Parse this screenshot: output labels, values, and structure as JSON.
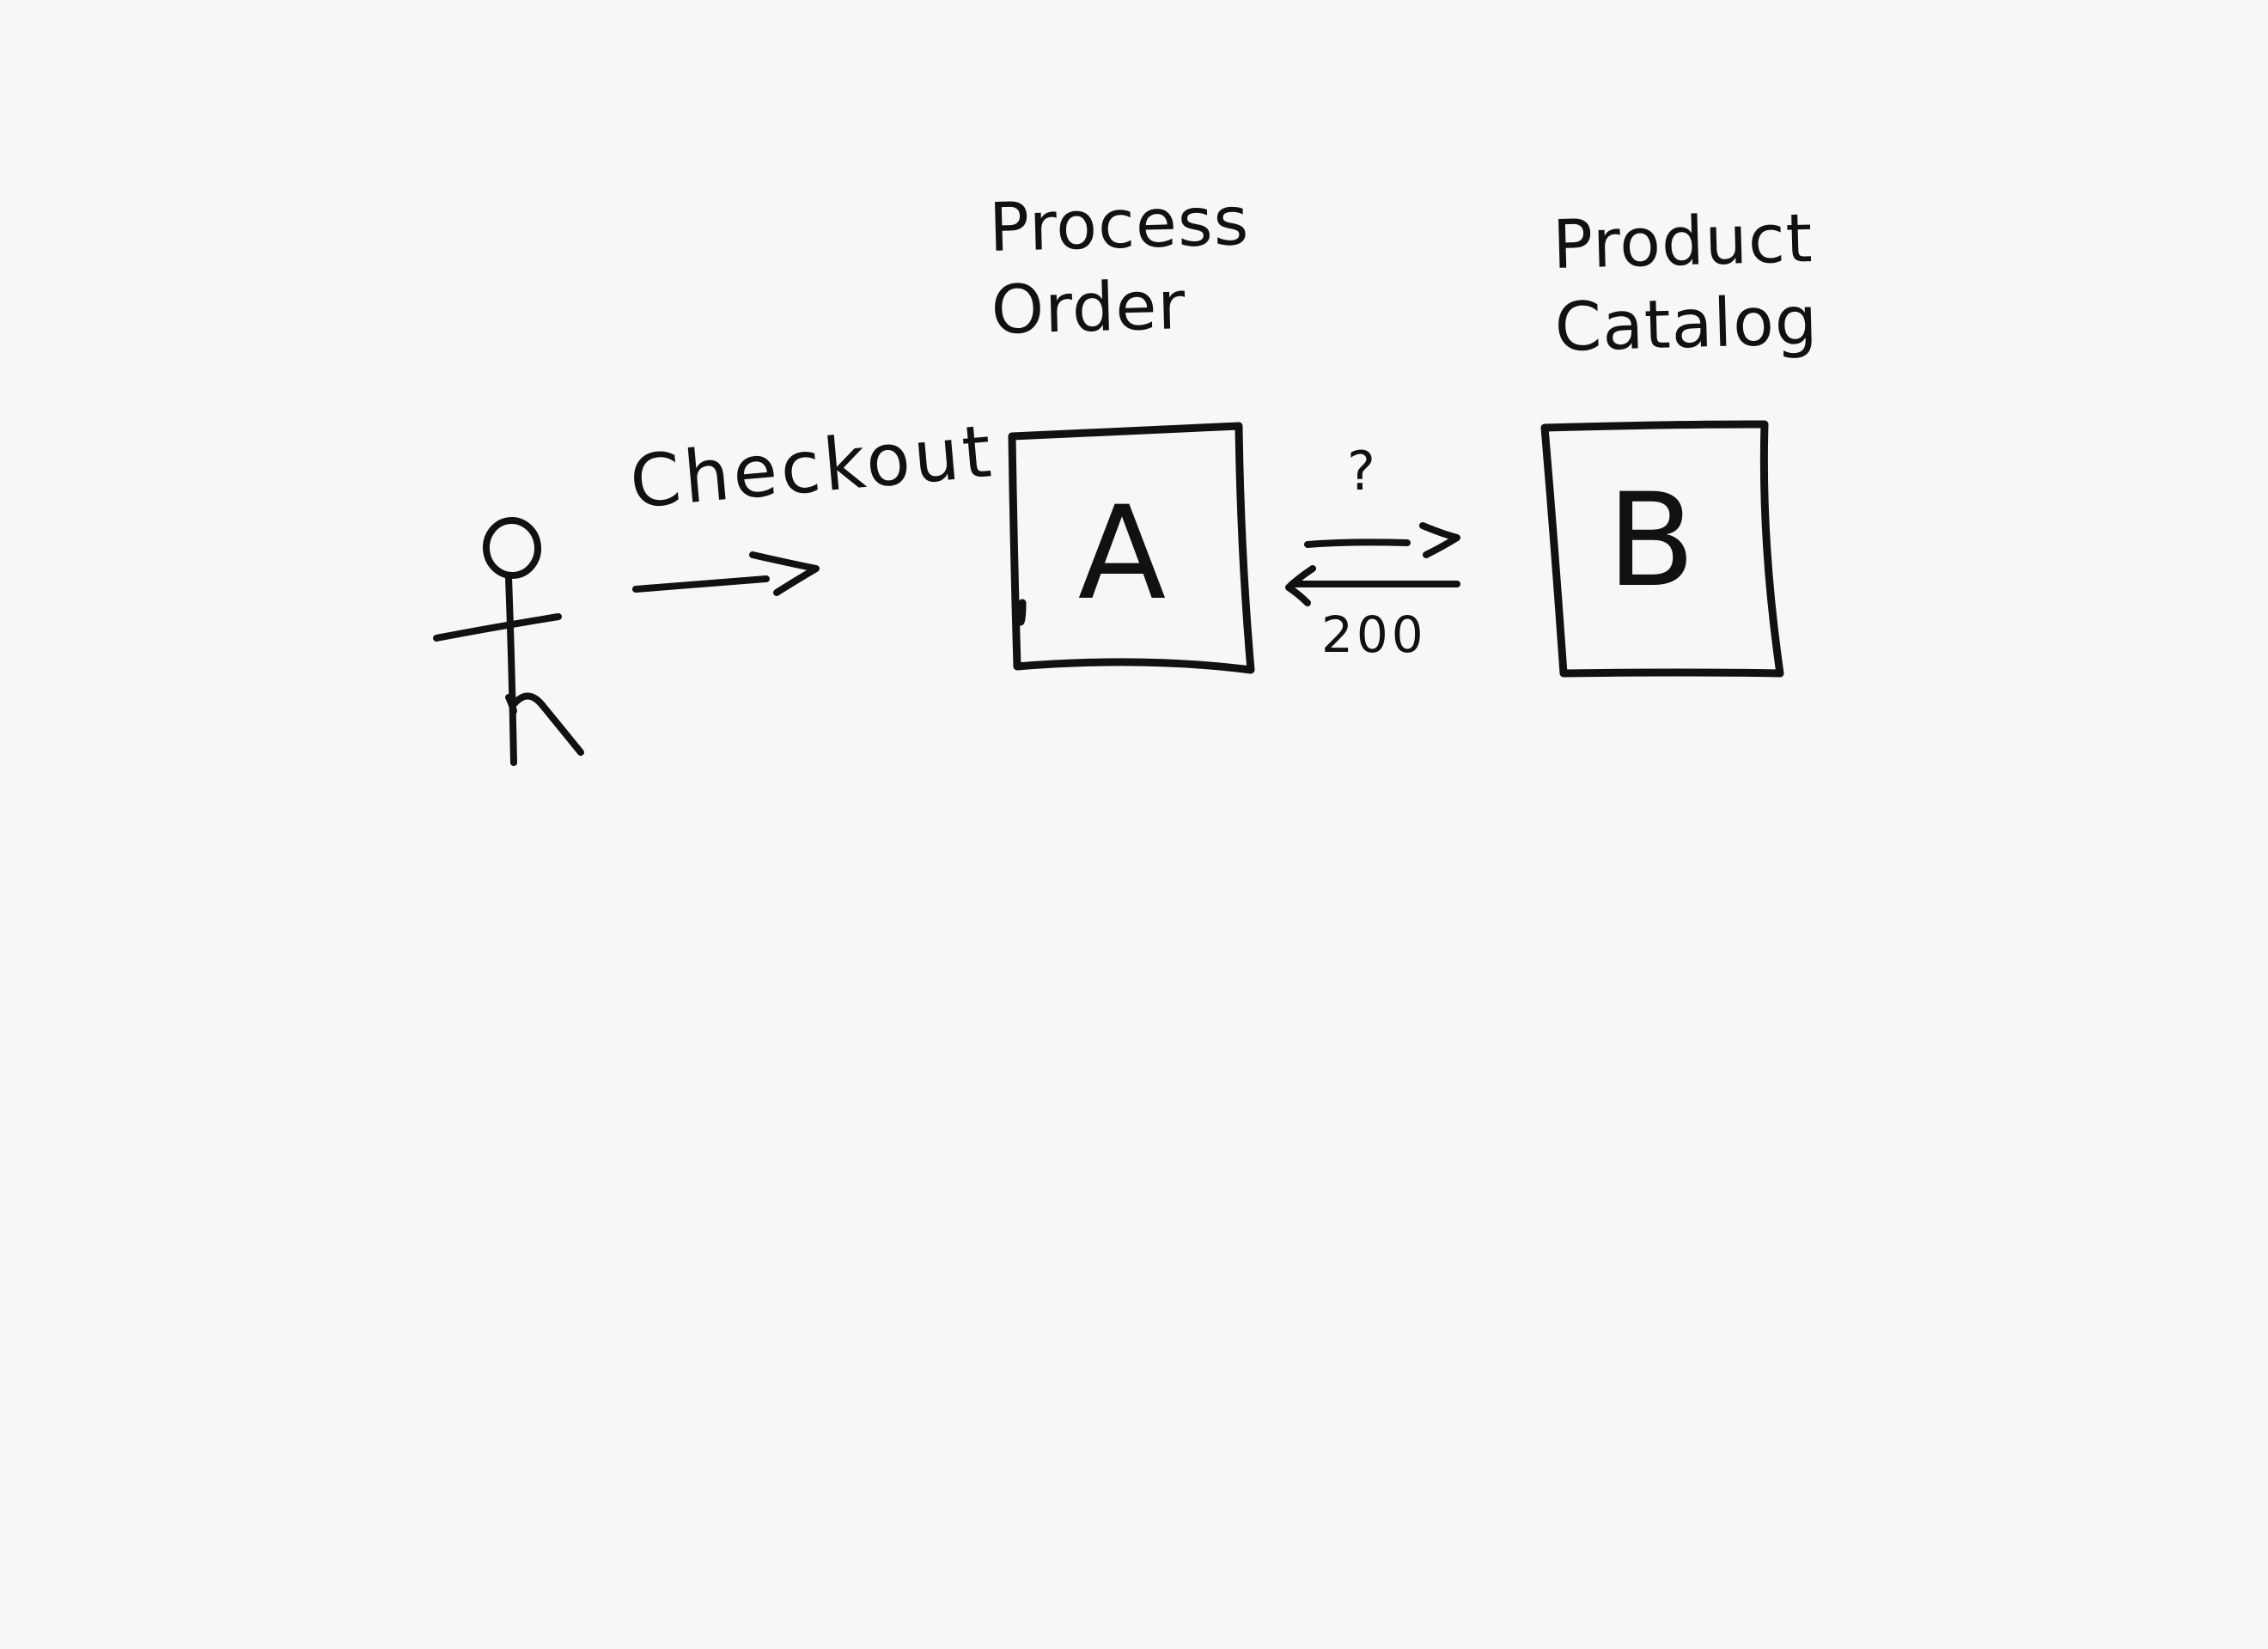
{
  "diagram": {
    "nodes": [
      {
        "id": "A",
        "letter": "A",
        "title_line1": "Process",
        "title_line2": "Order"
      },
      {
        "id": "B",
        "letter": "B",
        "title_line1": "Product",
        "title_line2": "Catalog"
      }
    ],
    "actor": {
      "icon": "stick-figure-icon"
    },
    "edges": [
      {
        "from": "actor",
        "to": "A",
        "label": "Checkout"
      },
      {
        "from": "A",
        "to": "B",
        "label": "?"
      },
      {
        "from": "B",
        "to": "A",
        "label": "200"
      }
    ],
    "colors": {
      "ink": "#111111",
      "paper": "#f7f7f7"
    }
  }
}
